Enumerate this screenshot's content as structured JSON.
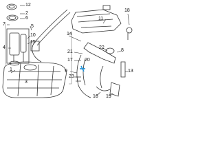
{
  "callouts": {
    "c12": "12",
    "c2": "2",
    "c6": "6",
    "c7": "7",
    "c5": "5",
    "c10": "10",
    "c15": "15",
    "c4": "4",
    "c3": "3",
    "c1": "1",
    "c21": "21",
    "c17": "17",
    "c20": "20",
    "c14": "14",
    "c9": "9",
    "c23": "23",
    "c11": "11",
    "c22": "22",
    "c8": "8",
    "c13": "13",
    "c18": "18",
    "c16": "16",
    "c19": "19"
  },
  "colors": {
    "line": "#333333",
    "highlight": "#1e90d6",
    "frame": "#777777"
  }
}
